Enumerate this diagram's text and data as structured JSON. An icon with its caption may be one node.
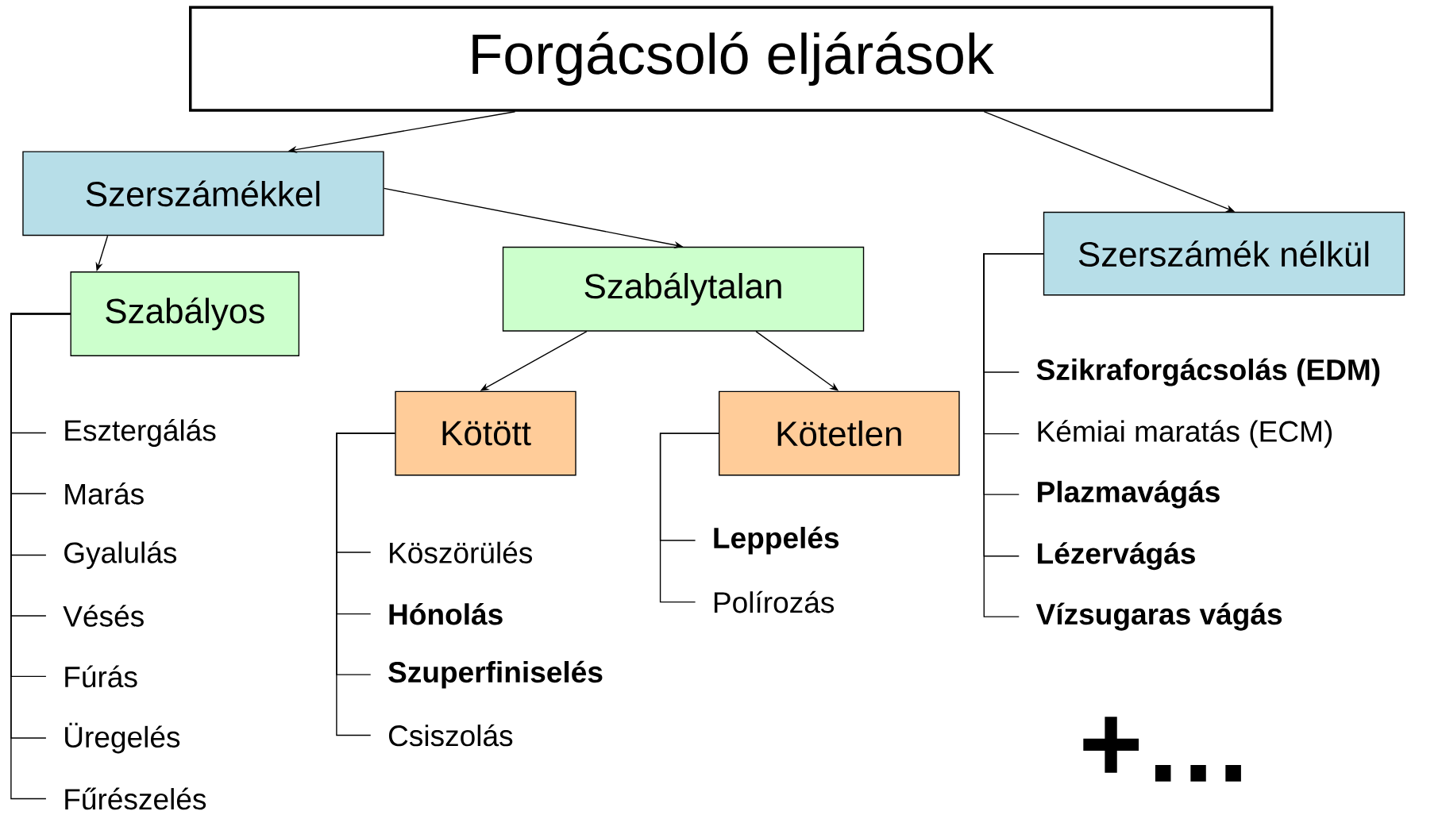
{
  "diagram": {
    "nodes": [
      {
        "text": [
          "Forgácsoló eljárások"
        ]
      },
      {
        "text": [
          "Szerszámékkel"
        ]
      },
      {
        "text": [
          "Szerszámék nélkül"
        ]
      },
      {
        "text": [
          "Szabályos"
        ]
      },
      {
        "text": [
          "Szabálytalan"
        ]
      },
      {
        "text": [
          "Kötött"
        ]
      },
      {
        "text": [
          "Kötetlen"
        ]
      },
      {
        "text": [
          "Esztergálás"
        ]
      },
      {
        "text": [
          "Marás"
        ]
      },
      {
        "text": [
          "Gyalulás"
        ]
      },
      {
        "text": [
          "Vésés"
        ]
      },
      {
        "text": [
          "Fúrás"
        ]
      },
      {
        "text": [
          "Üregelés"
        ]
      },
      {
        "text": [
          "Fűrészelés"
        ]
      },
      {
        "text": [
          "Köszörülés"
        ]
      },
      {
        "text": [
          "Hónolás"
        ]
      },
      {
        "text": [
          "Szuperfiniselés"
        ]
      },
      {
        "text": [
          "Csiszolás"
        ]
      },
      {
        "text": [
          "Leppelés"
        ]
      },
      {
        "text": [
          "Polírozás"
        ]
      },
      {
        "text": [
          "Szikraforgácsolás (EDM)"
        ]
      },
      {
        "text": [
          "Kémiai maratás (ECM)"
        ]
      },
      {
        "text": [
          "Plazmavágás"
        ]
      },
      {
        "text": [
          "Lézervágás"
        ]
      },
      {
        "text": [
          "Vízsugaras vágás"
        ]
      }
    ],
    "edges": [
      {
        "from": 0,
        "to": 1,
        "arrow": "to"
      },
      {
        "from": 0,
        "to": 2,
        "arrow": "to"
      },
      {
        "from": 1,
        "to": 3,
        "arrow": "to"
      },
      {
        "from": 1,
        "to": 4,
        "arrow": "to"
      },
      {
        "from": 4,
        "to": 5,
        "arrow": "to"
      },
      {
        "from": 4,
        "to": 6,
        "arrow": "to"
      },
      {
        "from": 3,
        "to": 7,
        "arrow": "none"
      },
      {
        "from": 3,
        "to": 8,
        "arrow": "none"
      },
      {
        "from": 3,
        "to": 9,
        "arrow": "none"
      },
      {
        "from": 3,
        "to": 10,
        "arrow": "none"
      },
      {
        "from": 3,
        "to": 11,
        "arrow": "none"
      },
      {
        "from": 3,
        "to": 12,
        "arrow": "none"
      },
      {
        "from": 3,
        "to": 13,
        "arrow": "none"
      },
      {
        "from": 5,
        "to": 14,
        "arrow": "none"
      },
      {
        "from": 5,
        "to": 15,
        "arrow": "none"
      },
      {
        "from": 5,
        "to": 16,
        "arrow": "none"
      },
      {
        "from": 5,
        "to": 17,
        "arrow": "none"
      },
      {
        "from": 6,
        "to": 18,
        "arrow": "none"
      },
      {
        "from": 6,
        "to": 19,
        "arrow": "none"
      },
      {
        "from": 2,
        "to": 20,
        "arrow": "none"
      },
      {
        "from": 2,
        "to": 21,
        "arrow": "none"
      },
      {
        "from": 2,
        "to": 22,
        "arrow": "none"
      },
      {
        "from": 2,
        "to": 23,
        "arrow": "none"
      },
      {
        "from": 2,
        "to": 24,
        "arrow": "none"
      }
    ],
    "labels": [
      "+…"
    ]
  }
}
